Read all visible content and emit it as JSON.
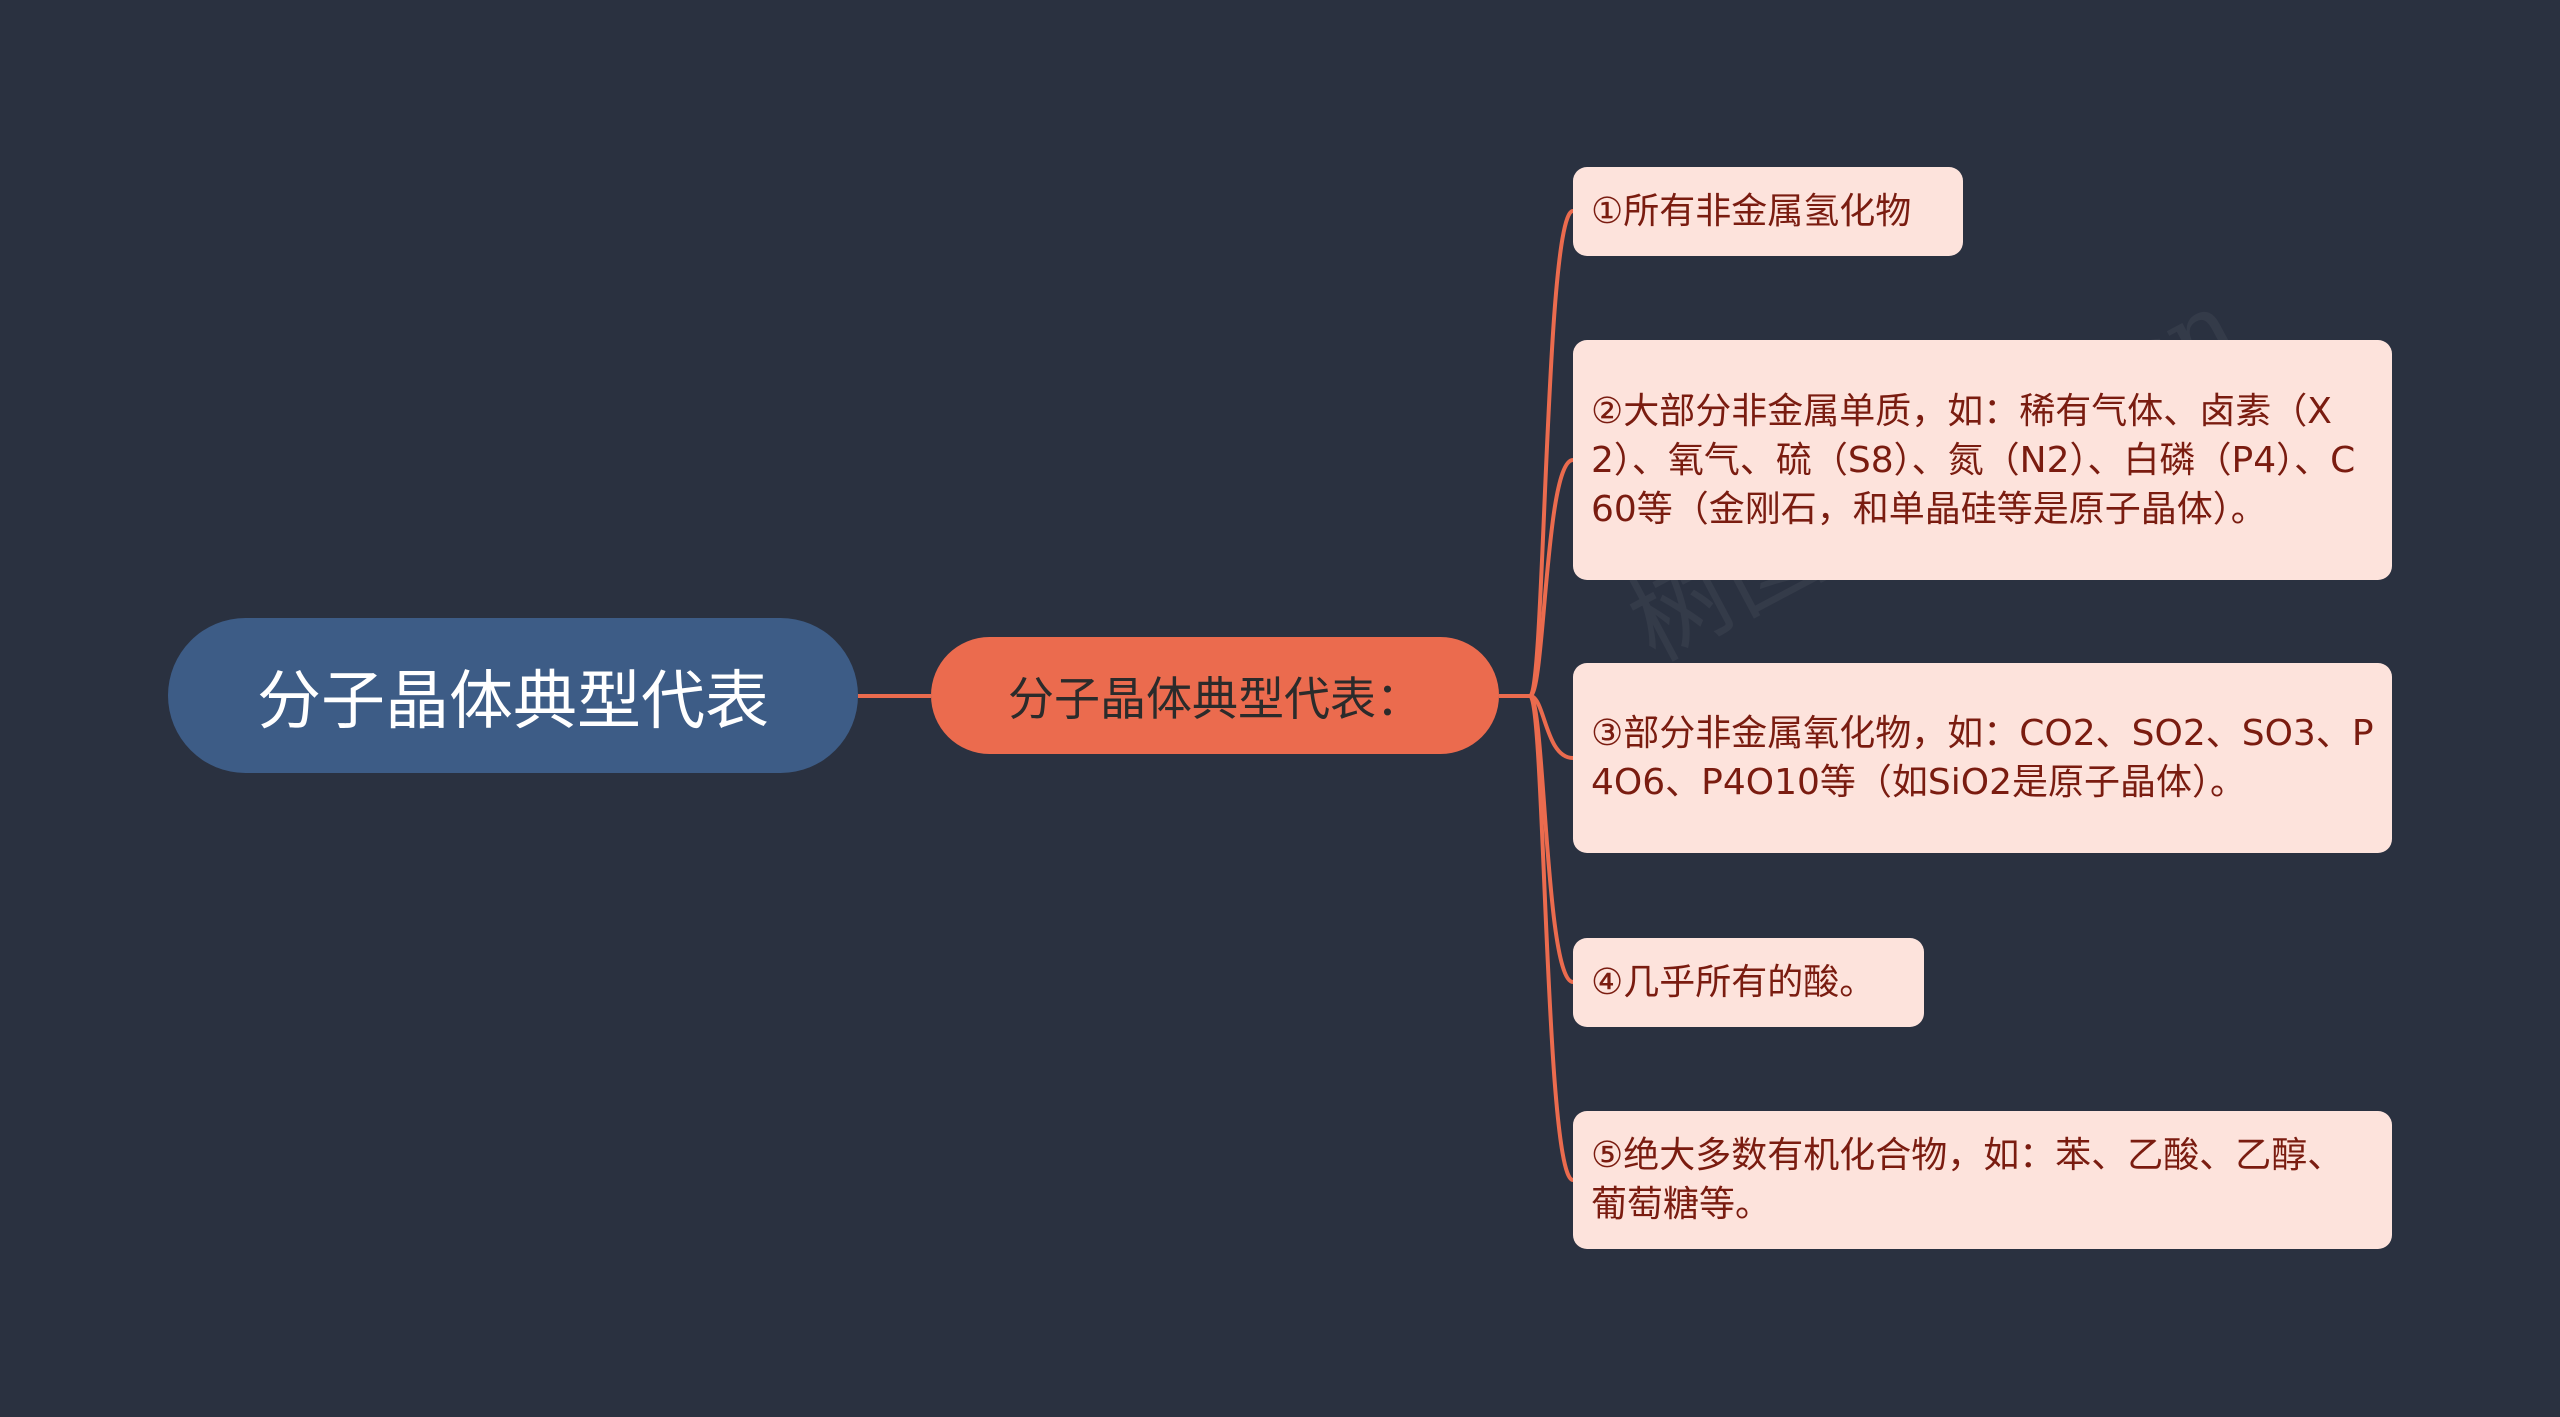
{
  "root": {
    "label": "分子晶体典型代表"
  },
  "branch": {
    "label": "分子晶体典型代表："
  },
  "leaves": [
    {
      "text": "①所有非金属氢化物"
    },
    {
      "text": "②大部分非金属单质，如：稀有气体、卤素（X2）、氧气、硫（S8）、氮（N2）、白磷（P4）、C60等（金刚石，和单晶硅等是原子晶体）。"
    },
    {
      "text": "③部分非金属氧化物，如：CO2、SO2、SO3、P4O6、P4O10等（如SiO2是原子晶体）。"
    },
    {
      "text": "④几乎所有的酸。"
    },
    {
      "text": "⑤绝大多数有机化合物，如：苯、乙酸、乙醇、葡萄糖等。"
    }
  ],
  "watermark": "树图 shutu.cn",
  "colors": {
    "background": "#2a3140",
    "root_fill": "#3d5c86",
    "branch_fill": "#eb6b4e",
    "connector": "#eb6b4e",
    "leaf_fill": "#fde3dc",
    "leaf_text": "#7a1c10"
  }
}
